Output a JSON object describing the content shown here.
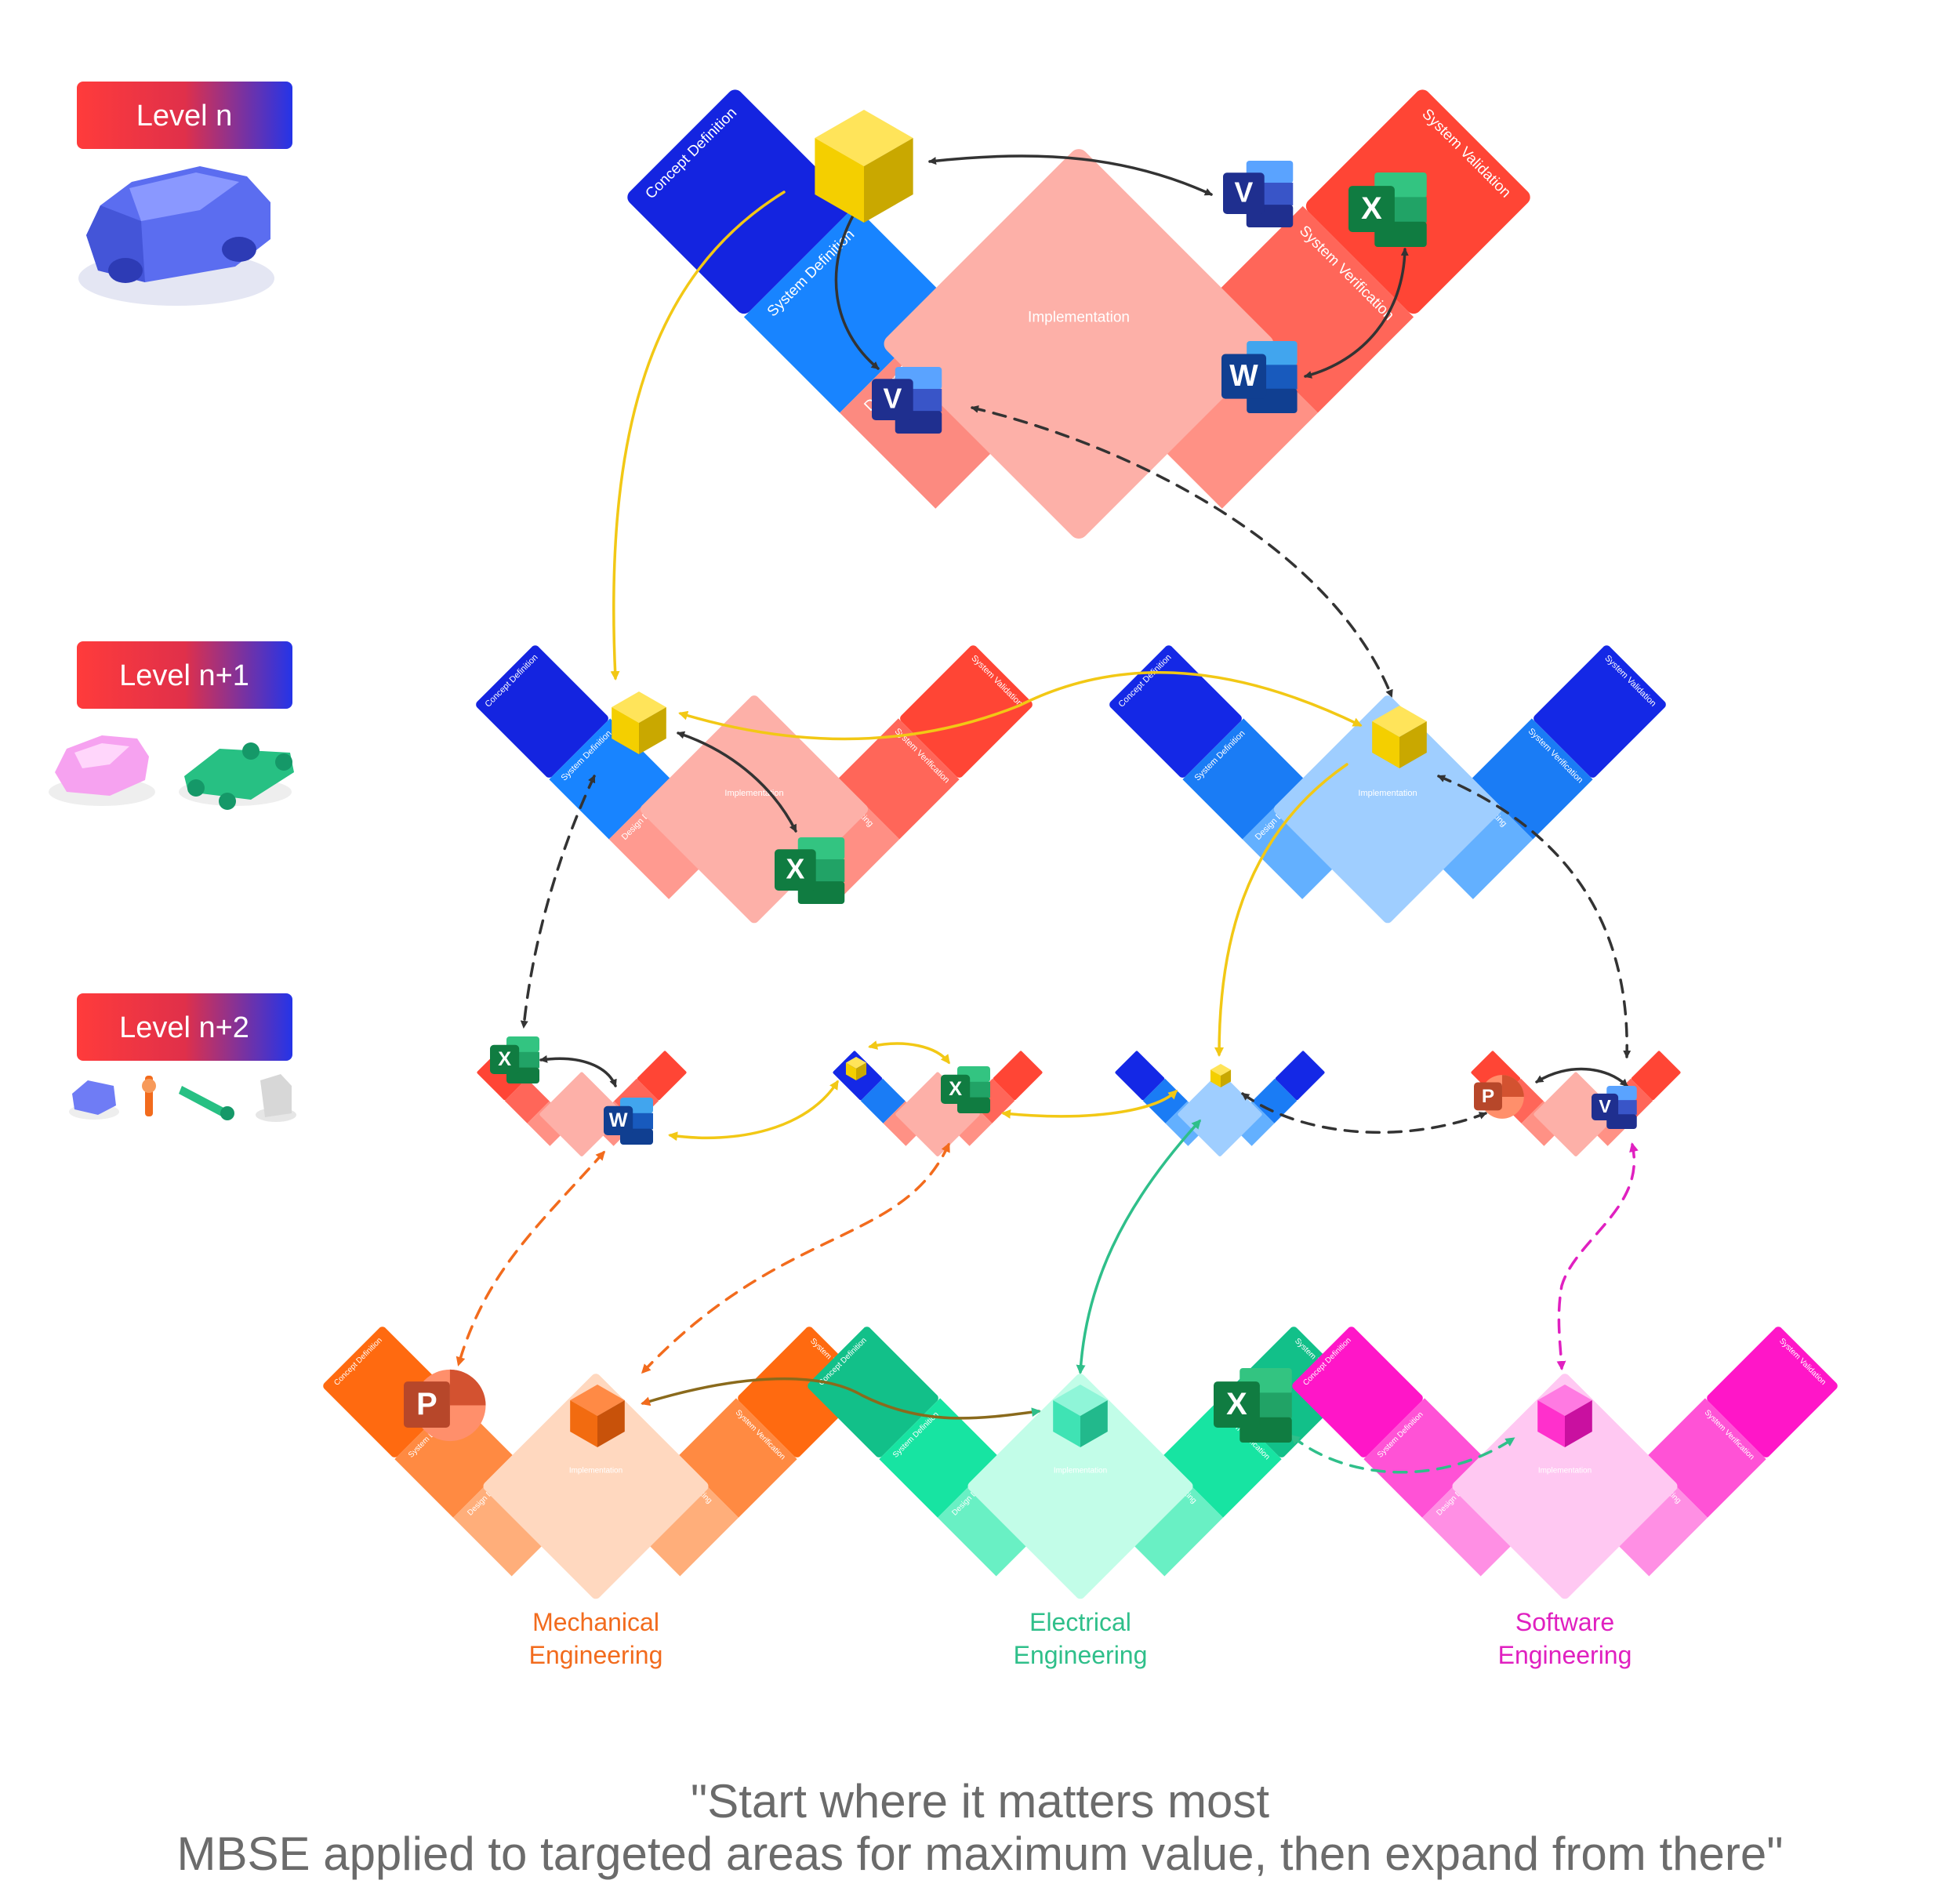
{
  "levels": [
    {
      "label": "Level n"
    },
    {
      "label": "Level n+1"
    },
    {
      "label": "Level n+2"
    }
  ],
  "v_model": {
    "concept": "Concept Definition",
    "system": "System Definition",
    "design": "Design Definition",
    "implementation": "Implementation",
    "testing": "Testing",
    "verification": "System Verification",
    "validation": "System Validation",
    "verification_short": "Verification"
  },
  "disciplines": [
    {
      "line1": "Mechanical",
      "line2": "Engineering",
      "color": "#f26b1d"
    },
    {
      "line1": "Electrical",
      "line2": "Engineering",
      "color": "#2fbf8a"
    },
    {
      "line1": "Software",
      "line2": "Engineering",
      "color": "#e020c0"
    }
  ],
  "apps": {
    "word": "W",
    "excel": "X",
    "visio": "V",
    "powerpoint": "P"
  },
  "icons": {
    "car": "car-icon",
    "body_shell": "car-body-icon",
    "chassis": "chassis-icon",
    "model_cube": "cube-icon"
  },
  "colors": {
    "badge_from": "#ff3b3b",
    "badge_to": "#2434e8",
    "connector_dark": "#333333",
    "connector_yellow": "#f2c815",
    "connector_orange": "#f26b1d",
    "connector_green": "#2fbf8a",
    "connector_pink": "#e020c0"
  },
  "caption": {
    "line1": "\"Start where it matters most",
    "line2": "MBSE applied to targeted areas for maximum value, then expand from there\""
  }
}
